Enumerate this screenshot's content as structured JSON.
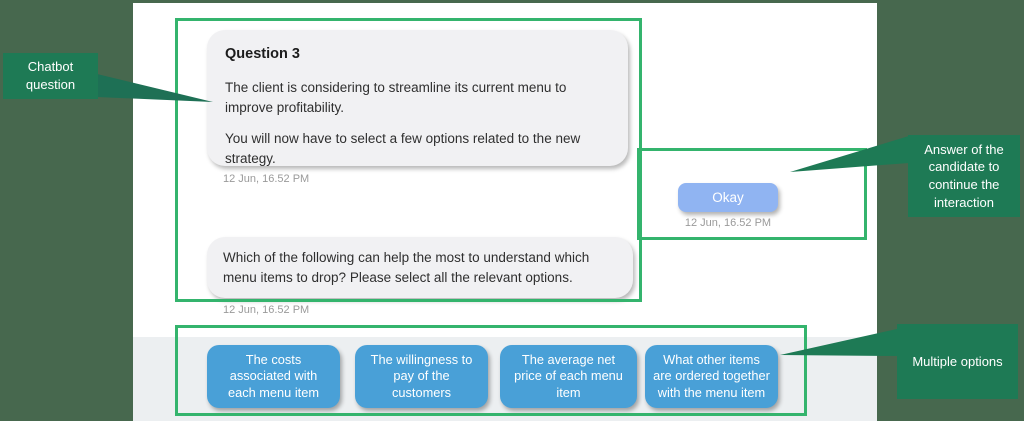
{
  "chat": {
    "question_bubble": {
      "title": "Question 3",
      "paragraph1": "The client is considering to streamline its current menu to improve profitability.",
      "paragraph2": "You will now have to select a few options related to the new strategy.",
      "timestamp": "12 Jun, 16.52 PM"
    },
    "answer": {
      "label": "Okay",
      "timestamp": "12 Jun, 16.52 PM"
    },
    "followup_bubble": {
      "text": "Which of the following can help the most to understand which menu items to drop? Please select all the relevant options.",
      "timestamp": "12 Jun, 16.52 PM"
    },
    "options": [
      "The costs associated with each menu item",
      "The willingness to pay of the customers",
      "The average net price of each menu item",
      "What other items are ordered together with the menu item"
    ]
  },
  "annotations": {
    "chatbot_question": "Chatbot question",
    "candidate_answer": "Answer of the candidate to continue the interaction",
    "multiple_options": "Multiple options"
  },
  "colors": {
    "page_background": "#47684e",
    "annotation_outline_green": "#34b46d",
    "annotation_label_green": "#1e7a55",
    "answer_button_blue": "#90b4f2",
    "option_button_blue": "#49a0d7",
    "bubble_gray": "#f1f1f3",
    "options_bar_gray": "#eceff1"
  }
}
